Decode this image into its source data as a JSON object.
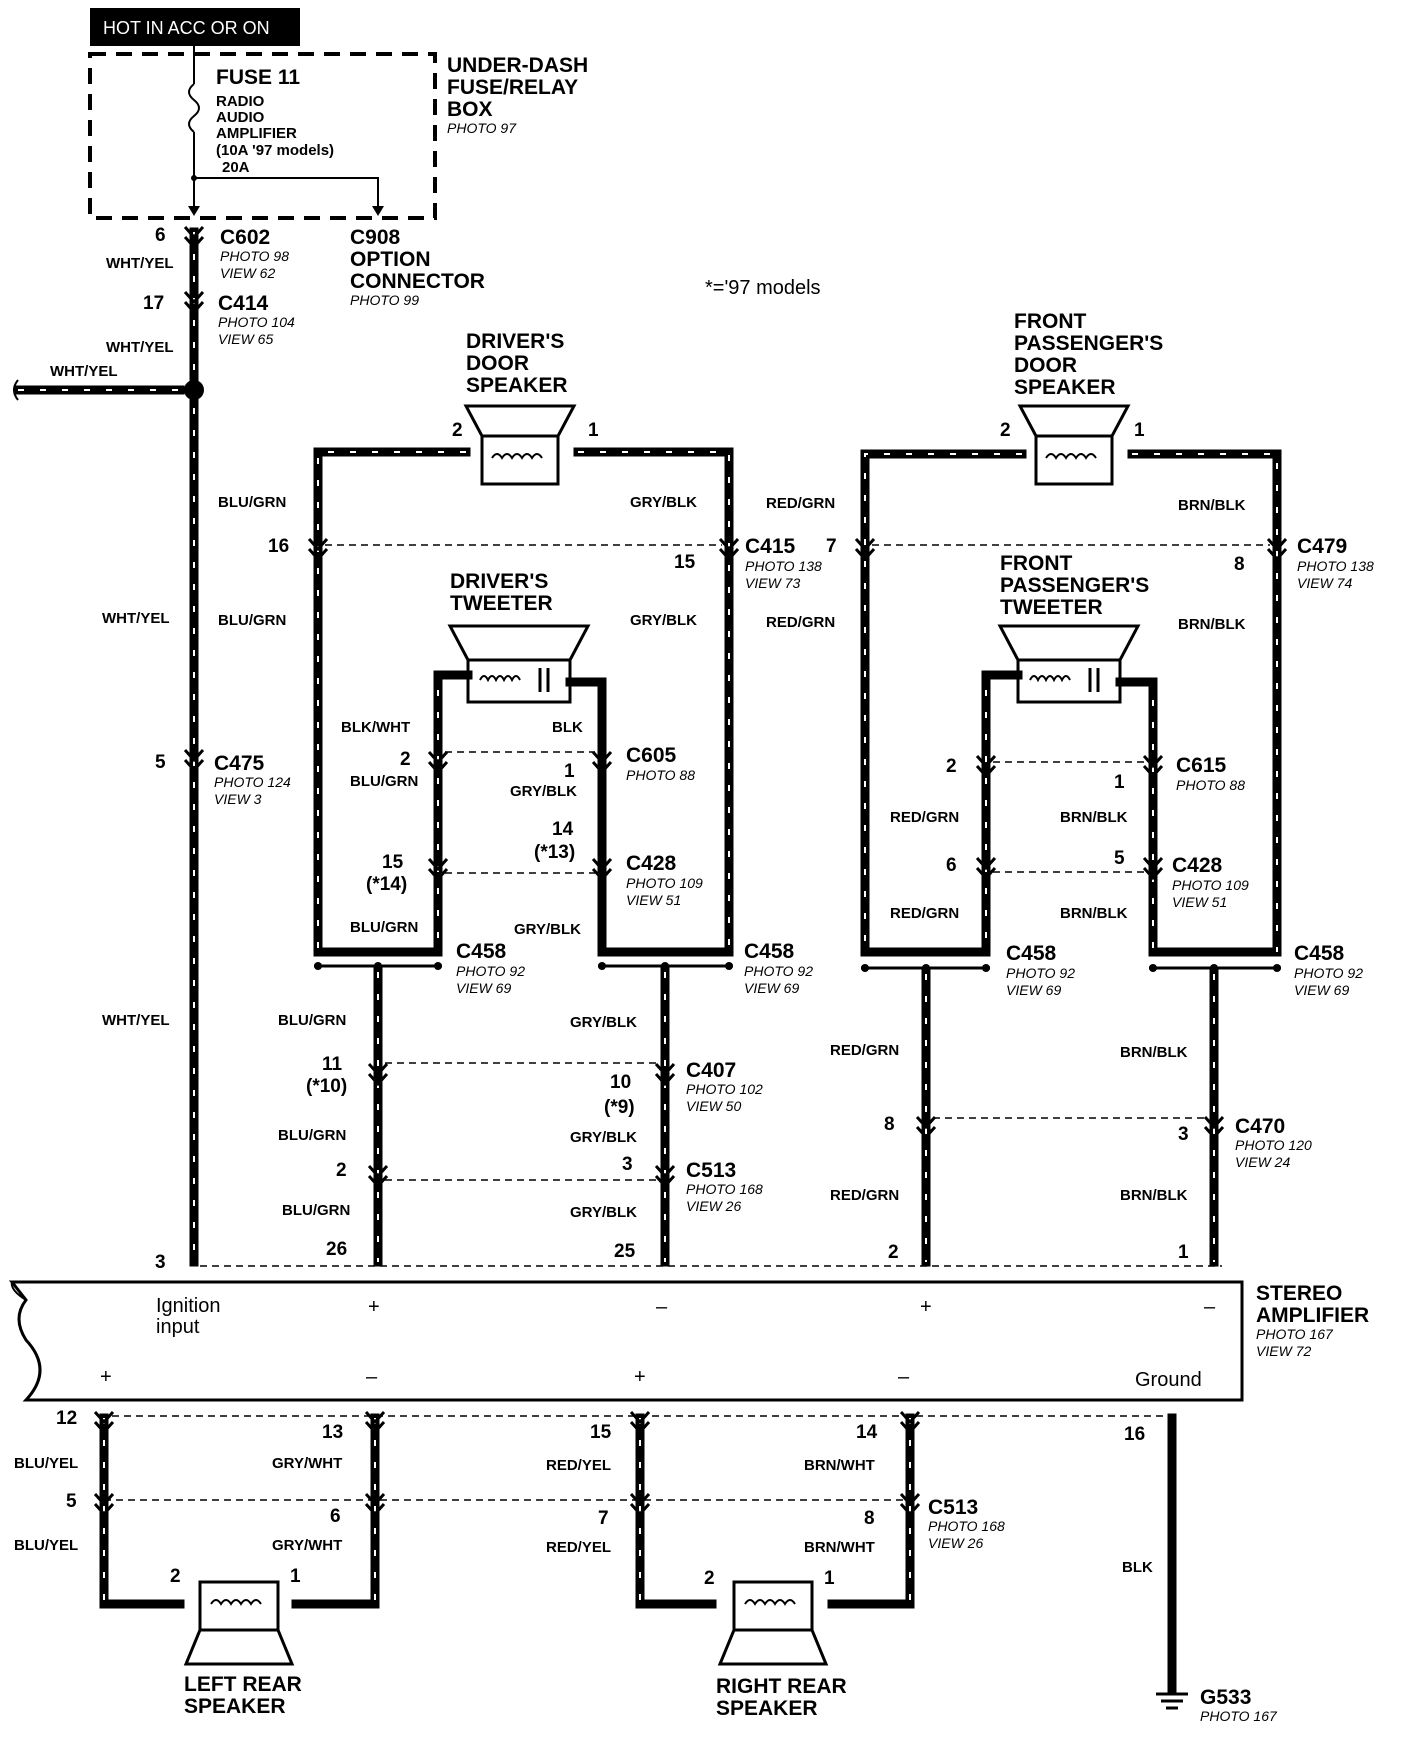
{
  "header": {
    "banner": "HOT IN ACC OR ON",
    "models_note": "*='97 models"
  },
  "fuse_box": {
    "title_lines": [
      "UNDER-DASH",
      "FUSE/RELAY",
      "BOX"
    ],
    "photo": "PHOTO 97",
    "fuse_label": "FUSE 11",
    "fuse_desc_lines": [
      "RADIO",
      "AUDIO",
      "AMPLIFIER",
      "(10A  '97 models)",
      "20A"
    ]
  },
  "option_connector": {
    "lines": [
      "C908",
      "OPTION",
      "CONNECTOR"
    ],
    "photo": "PHOTO 99"
  },
  "speakers": {
    "driver_door": [
      "DRIVER'S",
      "DOOR",
      "SPEAKER"
    ],
    "driver_tweeter": [
      "DRIVER'S",
      "TWEETER"
    ],
    "pass_door": [
      "FRONT",
      "PASSENGER'S",
      "DOOR",
      "SPEAKER"
    ],
    "pass_tweeter": [
      "FRONT",
      "PASSENGER'S",
      "TWEETER"
    ],
    "left_rear": [
      "LEFT REAR",
      "SPEAKER"
    ],
    "right_rear": [
      "RIGHT REAR",
      "SPEAKER"
    ]
  },
  "amplifier": {
    "lines": [
      "STEREO",
      "AMPLIFIER"
    ],
    "photo": "PHOTO 167",
    "view": "VIEW 72",
    "ignition_lines": [
      "Ignition",
      "input"
    ],
    "ground": "Ground",
    "plus": "+",
    "minus": "–"
  },
  "ground_point": {
    "name": "G533",
    "photo": "PHOTO 167"
  },
  "wire_colors": {
    "wht_yel": "WHT/YEL",
    "blu_grn": "BLU/GRN",
    "gry_blk": "GRY/BLK",
    "red_grn": "RED/GRN",
    "brn_blk": "BRN/BLK",
    "blk_wht": "BLK/WHT",
    "blk": "BLK",
    "blu_yel": "BLU/YEL",
    "gry_wht": "GRY/WHT",
    "red_yel": "RED/YEL",
    "brn_wht": "BRN/WHT"
  },
  "connectors": {
    "c602": {
      "name": "C602",
      "photo": "PHOTO 98",
      "view": "VIEW 62"
    },
    "c414": {
      "name": "C414",
      "photo": "PHOTO 104",
      "view": "VIEW 65"
    },
    "c475": {
      "name": "C475",
      "photo": "PHOTO 124",
      "view": "VIEW 3"
    },
    "c415": {
      "name": "C415",
      "photo": "PHOTO 138",
      "view": "VIEW 73"
    },
    "c479": {
      "name": "C479",
      "photo": "PHOTO 138",
      "view": "VIEW 74"
    },
    "c605": {
      "name": "C605",
      "photo": "PHOTO 88"
    },
    "c615": {
      "name": "C615",
      "photo": "PHOTO 88"
    },
    "c428": {
      "name": "C428",
      "photo": "PHOTO 109",
      "view": "VIEW 51"
    },
    "c458": {
      "name": "C458",
      "photo": "PHOTO 92",
      "view": "VIEW 69"
    },
    "c407": {
      "name": "C407",
      "photo": "PHOTO 102",
      "view": "VIEW 50"
    },
    "c470": {
      "name": "C470",
      "photo": "PHOTO 120",
      "view": "VIEW 24"
    },
    "c513": {
      "name": "C513",
      "photo": "PHOTO 168",
      "view": "VIEW 26"
    }
  },
  "pins": {
    "p1": "1",
    "p2": "2",
    "p3": "3",
    "p5": "5",
    "p6": "6",
    "p7": "7",
    "p8": "8",
    "p10": "10",
    "p11": "11",
    "p12": "12",
    "p13": "13",
    "p14": "14",
    "p15": "15",
    "p16": "16",
    "p17": "17",
    "p25": "25",
    "p26": "26",
    "alt9": "(*9)",
    "alt10": "(*10)",
    "alt13": "(*13)",
    "alt14": "(*14)"
  }
}
